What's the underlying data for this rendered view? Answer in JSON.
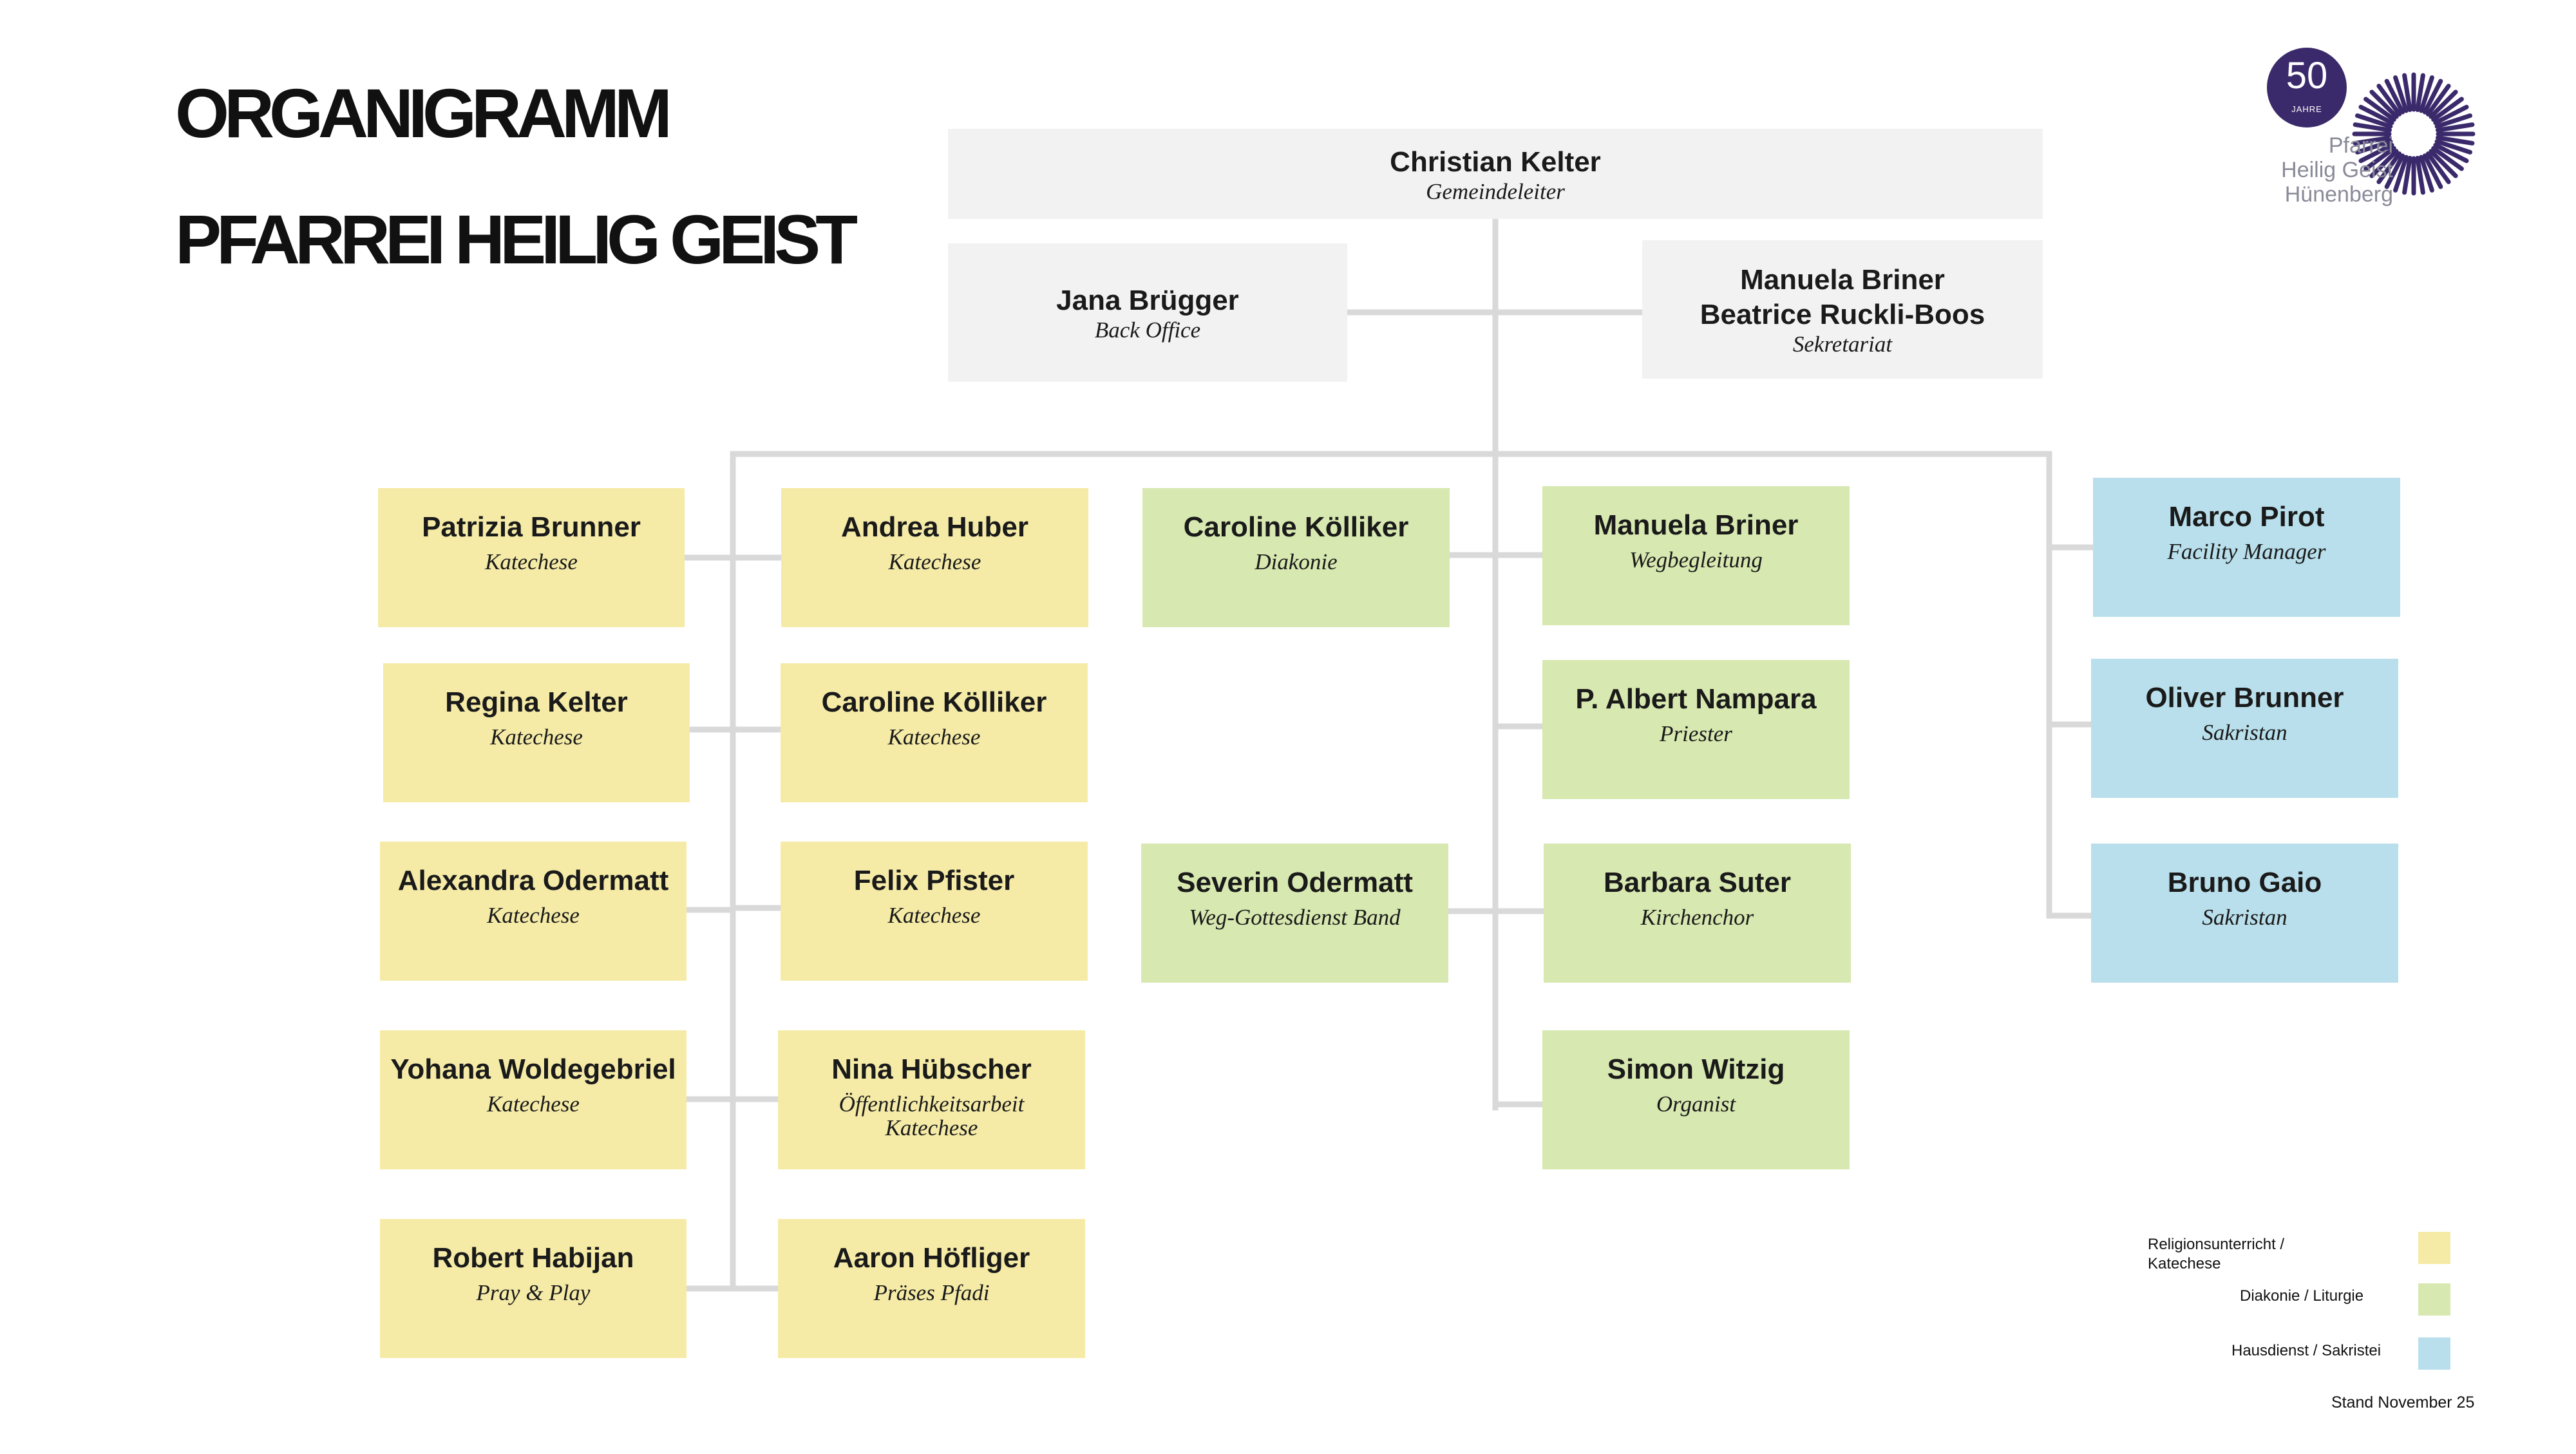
{
  "title": {
    "line1": "ORGANIGRAMM",
    "line2": "PFARREI HEILIG GEIST"
  },
  "logo": {
    "badge_number": "50",
    "badge_sub": "JAHRE",
    "text_line1": "Pfarrei",
    "text_line2": "Heilig Geist",
    "text_line3": "Hünenberg"
  },
  "colors": {
    "gray": "#f2f2f2",
    "yellow": "#f5eba7",
    "green": "#d7e8b0",
    "blue": "#b8dfeb",
    "lines": "#d9d9d9",
    "logo_purple": "#3b2a6b"
  },
  "leader": {
    "name": "Christian Kelter",
    "role": "Gemeindeleiter"
  },
  "backoffice": {
    "name": "Jana Brügger",
    "role": "Back Office"
  },
  "sekretariat": {
    "name1": "Manuela Briner",
    "name2": "Beatrice Ruckli-Boos",
    "role": "Sekretariat"
  },
  "katechese_col1": [
    {
      "name": "Patrizia Brunner",
      "role": "Katechese"
    },
    {
      "name": "Regina Kelter",
      "role": "Katechese"
    },
    {
      "name": "Alexandra Odermatt",
      "role": "Katechese"
    },
    {
      "name": "Yohana Woldegebriel",
      "role": "Katechese"
    },
    {
      "name": "Robert Habijan",
      "role": "Pray & Play"
    }
  ],
  "katechese_col2": [
    {
      "name": "Andrea Huber",
      "role": "Katechese"
    },
    {
      "name": "Caroline Kölliker",
      "role": "Katechese"
    },
    {
      "name": "Felix Pfister",
      "role": "Katechese"
    },
    {
      "name": "Nina Hübscher",
      "role": "Öffentlichkeitsarbeit",
      "role2": "Katechese"
    },
    {
      "name": "Aaron Höfliger",
      "role": "Präses Pfadi"
    }
  ],
  "diakonie_col": [
    {
      "name": "Caroline Kölliker",
      "role": "Diakonie"
    },
    {
      "name": "Severin Odermatt",
      "role": "Weg-Gottesdienst Band"
    }
  ],
  "liturgie_col": [
    {
      "name": "Manuela Briner",
      "role": "Wegbegleitung"
    },
    {
      "name": "P. Albert Nampara",
      "role": "Priester"
    },
    {
      "name": "Barbara Suter",
      "role": "Kirchenchor"
    },
    {
      "name": "Simon Witzig",
      "role": "Organist"
    }
  ],
  "hausdienst_col": [
    {
      "name": "Marco Pirot",
      "role": "Facility Manager"
    },
    {
      "name": "Oliver Brunner",
      "role": "Sakristan"
    },
    {
      "name": "Bruno Gaio",
      "role": "Sakristan"
    }
  ],
  "legend": {
    "item1_line1": "Religionsunterricht /",
    "item1_line2": "Katechese",
    "item2": "Diakonie / Liturgie",
    "item3": "Hausdienst / Sakristei"
  },
  "stand": "Stand November 25"
}
